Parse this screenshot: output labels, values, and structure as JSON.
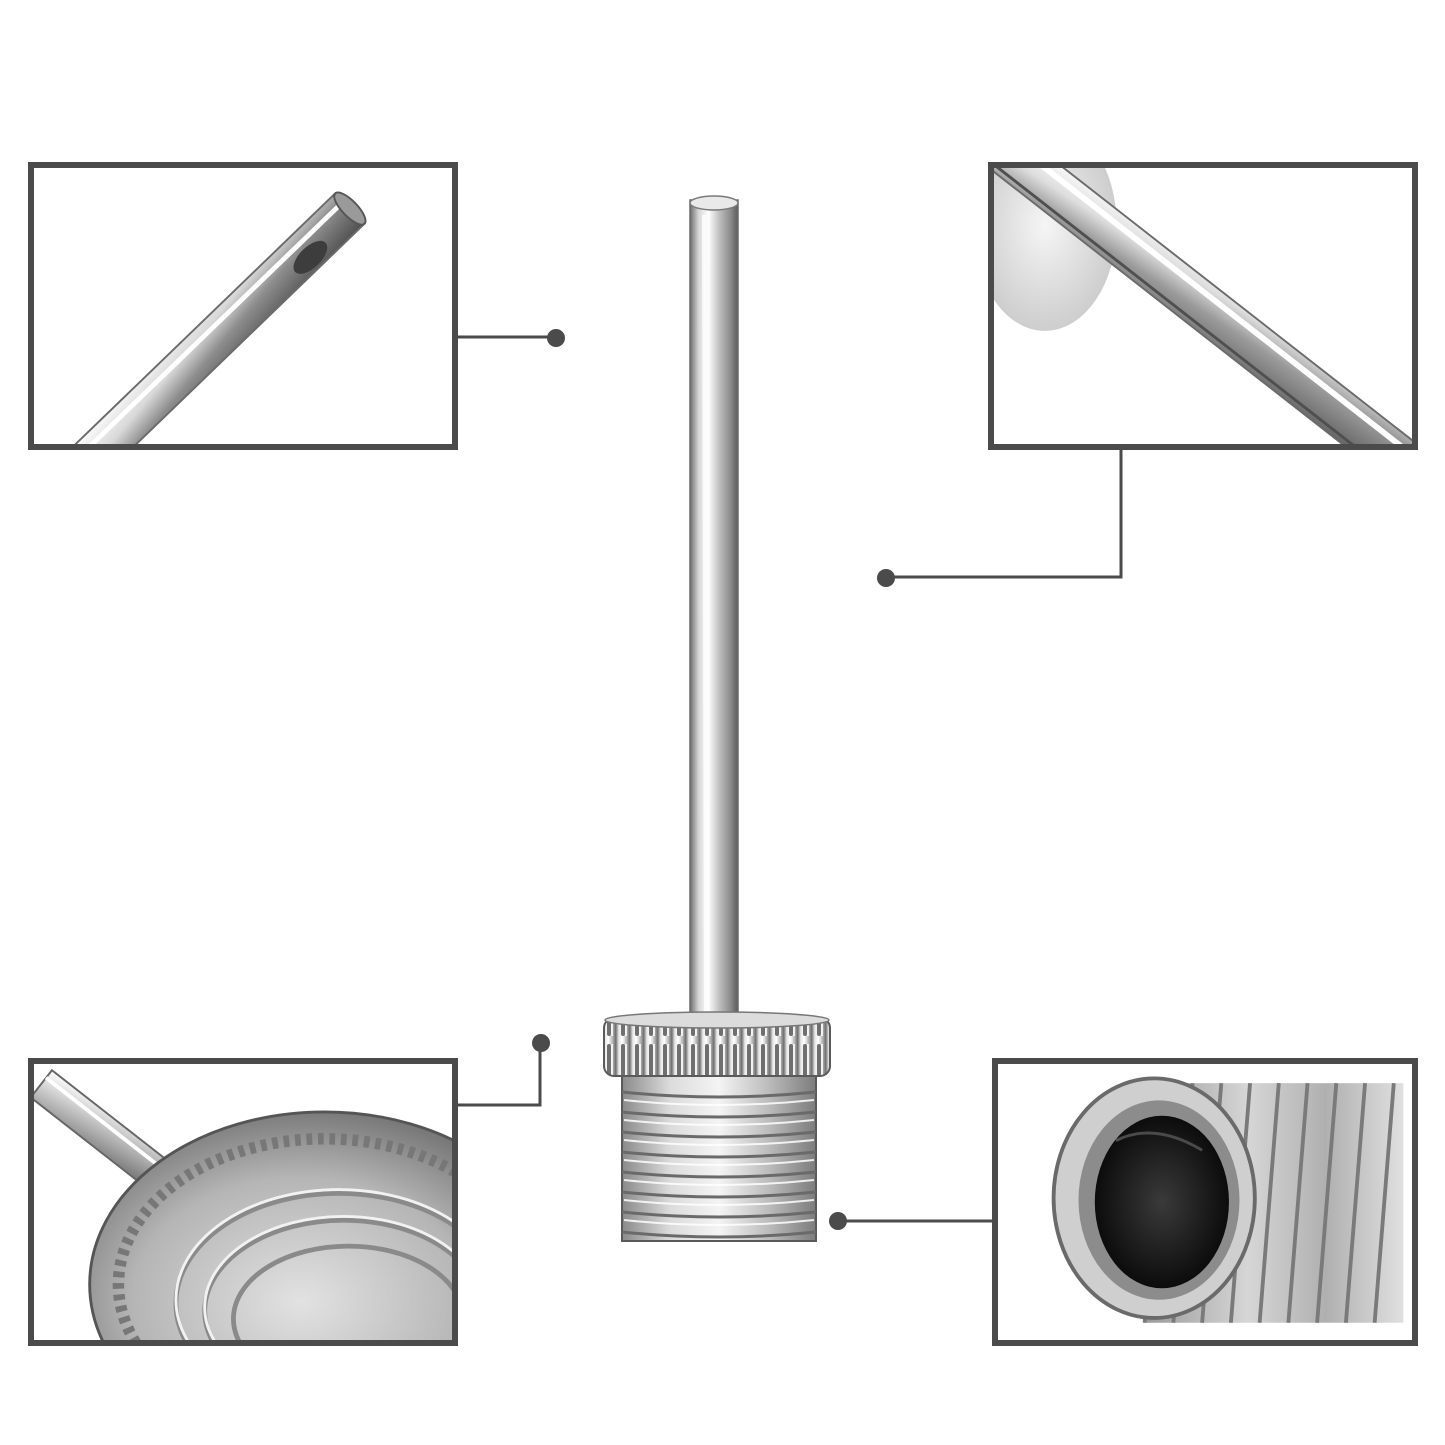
{
  "image": {
    "subject": "needle-inflation-adapter",
    "colors": {
      "background": "#ffffff",
      "frame": "#4b4b4b",
      "connector": "#4b4b4b",
      "metal_light": "#f2f2f2",
      "metal_mid": "#b9b9b9",
      "metal_dark": "#555555",
      "bore": "#111111"
    },
    "callouts": [
      {
        "name": "callout-needle-tip",
        "detail": "needle-tip-with-air-hole"
      },
      {
        "name": "callout-needle-shaft",
        "detail": "needle-shaft"
      },
      {
        "name": "callout-knurled-collar",
        "detail": "knurled-collar-and-thread"
      },
      {
        "name": "callout-threaded-base",
        "detail": "threaded-base-bore"
      }
    ]
  }
}
